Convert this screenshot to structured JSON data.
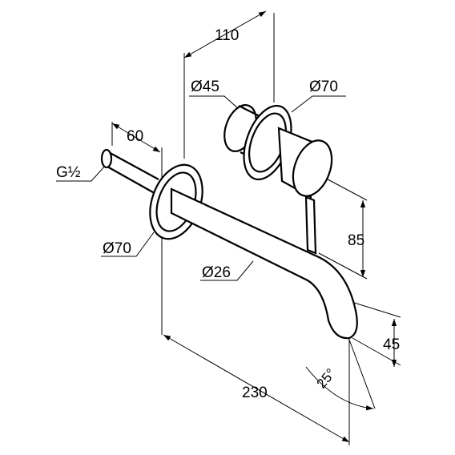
{
  "dimensions": {
    "width_110": "110",
    "dia_45": "Ø45",
    "dia_70_top": "Ø70",
    "depth_60": "60",
    "thread": "G½",
    "dia_70_left": "Ø70",
    "height_85": "85",
    "dia_26": "Ø26",
    "height_45": "45",
    "angle_25": "25°",
    "length_230": "230"
  }
}
